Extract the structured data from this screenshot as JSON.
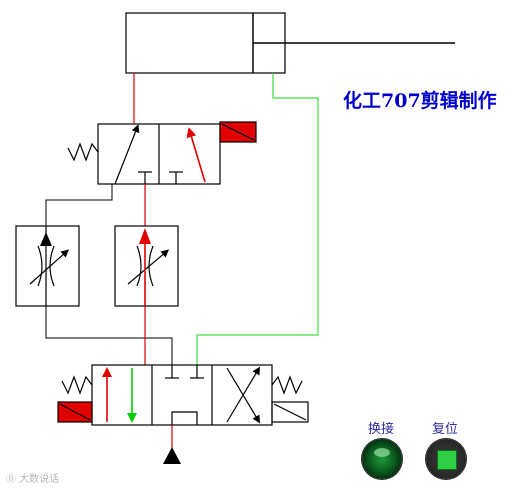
{
  "title": "化工707剪辑制作",
  "buttons": {
    "switch_label": "换接",
    "reset_label": "复位"
  },
  "watermark": "Ⓓ 大数说话",
  "colors": {
    "outline": "#000000",
    "pressure_line": "#e00000",
    "exhaust_line": "#00cc00",
    "return_line": "#40dd40",
    "solenoid": "#e00000",
    "title": "#0000cc",
    "button_active": "#0b5c1f",
    "button_indicator": "#2fcf45"
  },
  "icons": {
    "switch_button": "round-green-lamp-icon",
    "reset_button": "square-green-indicator-icon",
    "spring": "spring-icon",
    "solenoid": "solenoid-coil-icon",
    "pressure_source": "pressure-source-triangle-icon",
    "throttle": "adjustable-throttle-valve-icon"
  }
}
